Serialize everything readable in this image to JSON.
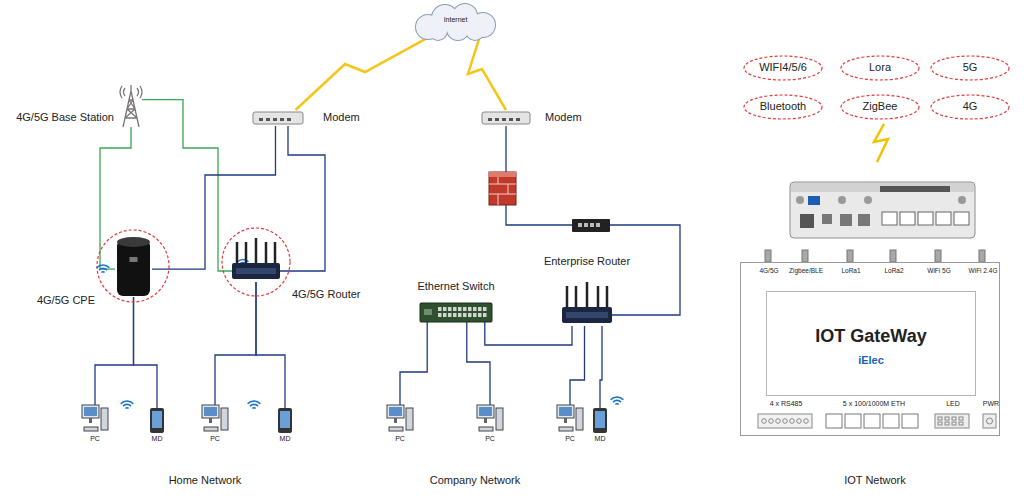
{
  "diagram": {
    "nodes": [
      {
        "text": [
          "Internet"
        ]
      },
      {
        "text": [
          "4G/5G Base Station"
        ]
      },
      {
        "text": [
          "Modem"
        ]
      },
      {
        "text": [
          "Modem"
        ]
      },
      {
        "text": [
          "4G/5G CPE"
        ]
      },
      {
        "text": [
          "4G/5G Router"
        ]
      },
      {
        "text": [
          "Ethernet Switch"
        ]
      },
      {
        "text": [
          "Enterprise Router"
        ]
      },
      {
        "text": [
          "PC"
        ]
      },
      {
        "text": [
          "MD"
        ]
      },
      {
        "text": [
          "PC"
        ]
      },
      {
        "text": [
          "MD"
        ]
      },
      {
        "text": [
          "PC"
        ]
      },
      {
        "text": [
          "PC"
        ]
      },
      {
        "text": [
          "PC"
        ]
      },
      {
        "text": [
          "MD"
        ]
      },
      {
        "text": [
          "4G/5G",
          "Zigbee/BLE",
          "LoRa1",
          "LoRa2",
          "WiFi 5G",
          "WiFi 2.4G",
          "4 x RS485",
          "5 x 100/1000M ETH",
          "LED",
          "PWR"
        ]
      },
      {
        "text": [
          "IOT GateWay",
          "iElec"
        ],
        "in": 16
      },
      {
        "text": [
          "WIFI4/5/6"
        ]
      },
      {
        "text": [
          "Lora"
        ]
      },
      {
        "text": [
          "5G"
        ]
      },
      {
        "text": [
          "Bluetooth"
        ]
      },
      {
        "text": [
          "ZigBee"
        ]
      },
      {
        "text": [
          "4G"
        ]
      }
    ],
    "edges": [
      {
        "from": 0,
        "to": 2,
        "arrow": "none"
      },
      {
        "from": 0,
        "to": 3,
        "arrow": "none"
      },
      {
        "from": 1,
        "to": 4,
        "arrow": "none"
      },
      {
        "from": 1,
        "to": 5,
        "arrow": "none"
      },
      {
        "from": 2,
        "to": 4,
        "arrow": "none"
      },
      {
        "from": 2,
        "to": 5,
        "arrow": "none"
      },
      {
        "from": 3,
        "to": 7,
        "arrow": "none"
      },
      {
        "from": 6,
        "to": 7,
        "arrow": "none"
      },
      {
        "from": 6,
        "to": 12,
        "arrow": "none"
      },
      {
        "from": 6,
        "to": 13,
        "arrow": "none"
      },
      {
        "from": 7,
        "to": 14,
        "arrow": "none"
      },
      {
        "from": 7,
        "to": 15,
        "arrow": "none"
      },
      {
        "from": 4,
        "to": 8,
        "arrow": "none"
      },
      {
        "from": 4,
        "to": 9,
        "arrow": "none"
      },
      {
        "from": 5,
        "to": 10,
        "arrow": "none"
      },
      {
        "from": 5,
        "to": 11,
        "arrow": "none"
      }
    ],
    "labels": [
      "Home Network",
      "Company Network",
      "IOT Network"
    ]
  }
}
